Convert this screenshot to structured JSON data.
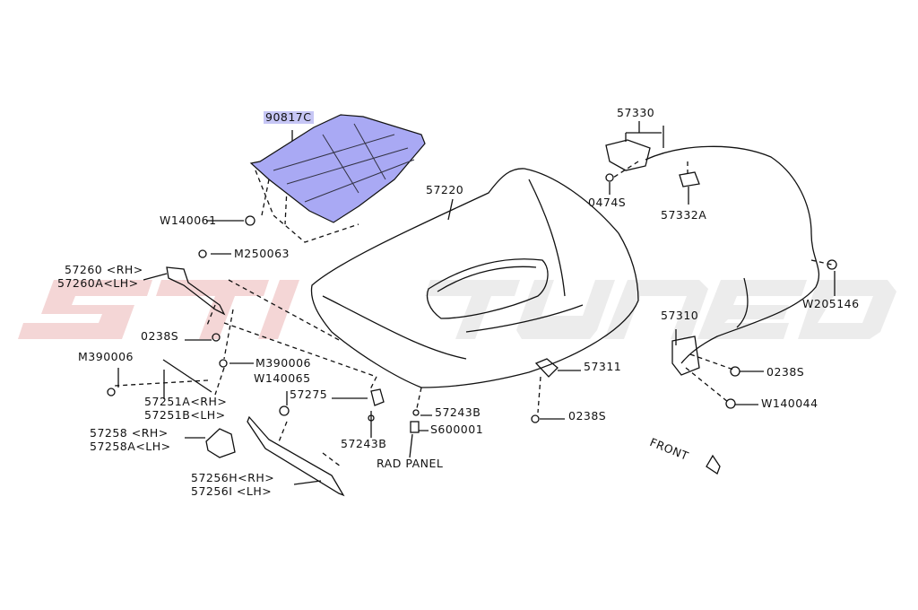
{
  "watermark": {
    "left": "STI",
    "right": "TUNED",
    "left_color": "#f3d5d5",
    "right_color": "#ececec"
  },
  "highlight_color": "#c6c6f5",
  "labels": {
    "insulator": "90817C",
    "hood": "57220",
    "release_handle": "57330",
    "bolt_0474s": "0474S",
    "bracket_57332a": "57332A",
    "clip_w140061": "W140061",
    "screw_m250063": "M250063",
    "hinge_rh": "57260 <RH>",
    "hinge_lh": "57260A<LH>",
    "clip_w205146": "W205146",
    "latch": "57310",
    "nut_0238s_left": "0238S",
    "bolt_m390006_left": "M390006",
    "bolt_m390006_mid": "M390006",
    "striker": "57311",
    "clip_w140065": "W140065",
    "nut_0238s_right": "0238S",
    "buffer_57275": "57275",
    "stay_rh": "57251A<RH>",
    "stay_lh": "57251B<LH>",
    "clip_w140044": "W140044",
    "cushion_57243b_right": "57243B",
    "nut_0238s_striker": "0238S",
    "bolt_s600001": "S600001",
    "holder_rh": "57258 <RH>",
    "holder_lh": "57258A<LH>",
    "cushion_57243b_left": "57243B",
    "rad_panel": "RAD PANEL",
    "front": "FRONT",
    "seal_rh": "57256H<RH>",
    "seal_lh": "57256I <LH>"
  }
}
